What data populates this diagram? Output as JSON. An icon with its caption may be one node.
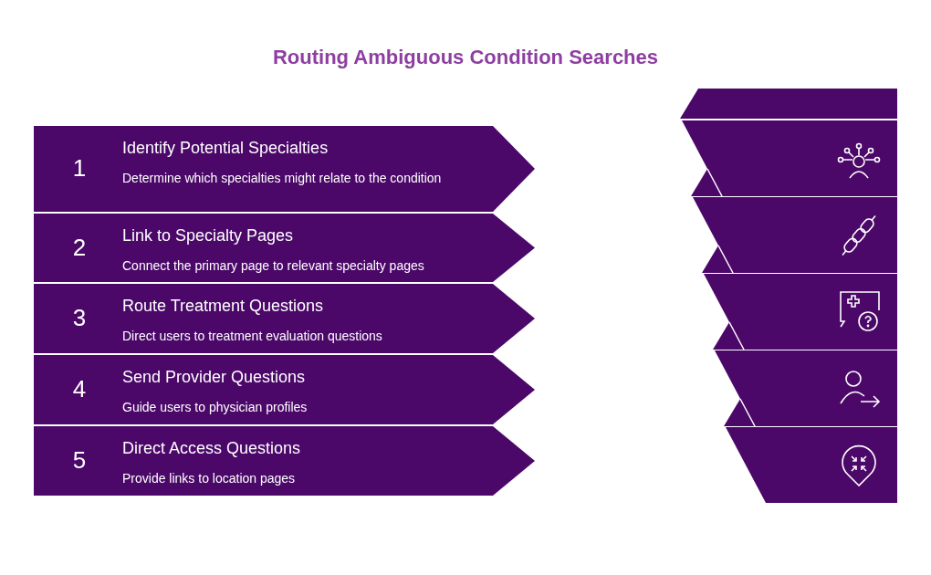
{
  "diagram": {
    "title": "Routing Ambiguous Condition Searches",
    "nodes": [
      {
        "text": [
          "1",
          "Identify Potential Specialties",
          "Determine which specialties might relate to the condition"
        ]
      },
      {
        "text": [
          "2",
          "Link to Specialty Pages",
          "Connect the primary page to relevant specialty pages"
        ]
      },
      {
        "text": [
          "3",
          "Route Treatment Questions",
          "Direct users to treatment evaluation questions"
        ]
      },
      {
        "text": [
          "4",
          "Send Provider Questions",
          "Guide users to physician profiles"
        ]
      },
      {
        "text": [
          "5",
          "Direct Access Questions",
          "Provide links to location pages"
        ]
      }
    ]
  }
}
